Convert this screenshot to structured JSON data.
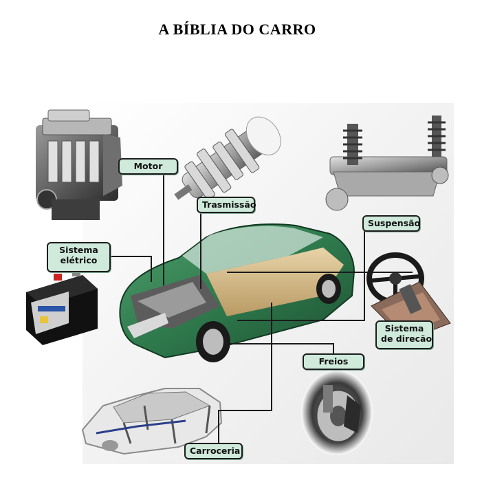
{
  "title": "A BÍBLIA DO CARRO",
  "labels": {
    "motor": "Motor",
    "transmissao": "Trasmissão",
    "suspensao": "Suspensão",
    "sistema_eletrico_1": "Sistema",
    "sistema_eletrico_2": "elétrico",
    "sistema_direcao_1": "Sistema",
    "sistema_direcao_2": "de direcão",
    "freios": "Freios",
    "carroceria": "Carroceria"
  },
  "colors": {
    "label_fill": "#cfe9db",
    "car_body": "#2f7a4d",
    "leader_line": "#1a1a1a"
  },
  "icons": [
    "engine-icon",
    "transmission-icon",
    "suspension-icon",
    "battery-icon",
    "steering-wheel-icon",
    "brake-disc-icon",
    "car-body-frame-icon",
    "car-cutaway-icon"
  ]
}
